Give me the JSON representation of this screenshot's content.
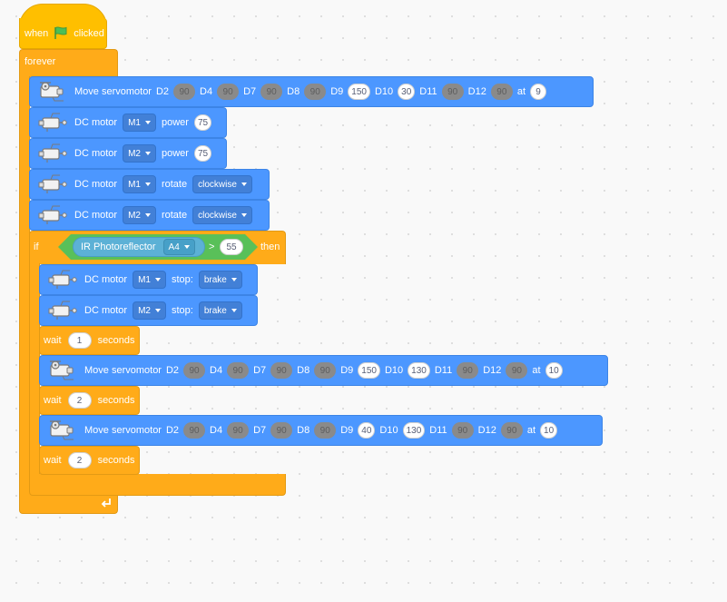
{
  "hat": {
    "when": "when",
    "flag_icon": "green-flag-icon",
    "clicked": "clicked"
  },
  "forever_label": "forever",
  "servo_label": "Move servomotor",
  "dc_motor_label": "DC motor",
  "power_label": "power",
  "rotate_label": "rotate",
  "stop_label": "stop:",
  "wait_label": "wait",
  "seconds_label": "seconds",
  "servo1": {
    "d2": "D2",
    "v2": "90",
    "d4": "D4",
    "v4": "90",
    "d7": "D7",
    "v7": "90",
    "d8": "D8",
    "v8": "90",
    "d9": "D9",
    "v9": "150",
    "d10": "D10",
    "v10": "30",
    "d11": "D11",
    "v11": "90",
    "d12": "D12",
    "v12": "90",
    "at": "at",
    "speed": "9"
  },
  "power1": {
    "motor": "M1",
    "value": "75"
  },
  "power2": {
    "motor": "M2",
    "value": "75"
  },
  "rotate1": {
    "motor": "M1",
    "direction": "clockwise"
  },
  "rotate2": {
    "motor": "M2",
    "direction": "clockwise"
  },
  "if_block": {
    "if": "if",
    "then": "then",
    "sensor": "IR Photoreflector",
    "port": "A4",
    "operator": ">",
    "threshold": "55"
  },
  "stop1": {
    "motor": "M1",
    "mode": "brake"
  },
  "stop2": {
    "motor": "M2",
    "mode": "brake"
  },
  "wait1": {
    "value": "1"
  },
  "servo2": {
    "d2": "D2",
    "v2": "90",
    "d4": "D4",
    "v4": "90",
    "d7": "D7",
    "v7": "90",
    "d8": "D8",
    "v8": "90",
    "d9": "D9",
    "v9": "150",
    "d10": "D10",
    "v10": "130",
    "d11": "D11",
    "v11": "90",
    "d12": "D12",
    "v12": "90",
    "at": "at",
    "speed": "10"
  },
  "wait2": {
    "value": "2"
  },
  "servo3": {
    "d2": "D2",
    "v2": "90",
    "d4": "D4",
    "v4": "90",
    "d7": "D7",
    "v7": "90",
    "d8": "D8",
    "v8": "90",
    "d9": "D9",
    "v9": "40",
    "d10": "D10",
    "v10": "130",
    "d11": "D11",
    "v11": "90",
    "d12": "D12",
    "v12": "90",
    "at": "at",
    "speed": "10"
  },
  "wait3": {
    "value": "2"
  },
  "loop_icon": "loop-arrow-icon",
  "colors": {
    "events": "#ffbf00",
    "control": "#ffab19",
    "motion": "#4c97ff",
    "operators": "#59c059",
    "sensing": "#5cb1d6"
  }
}
